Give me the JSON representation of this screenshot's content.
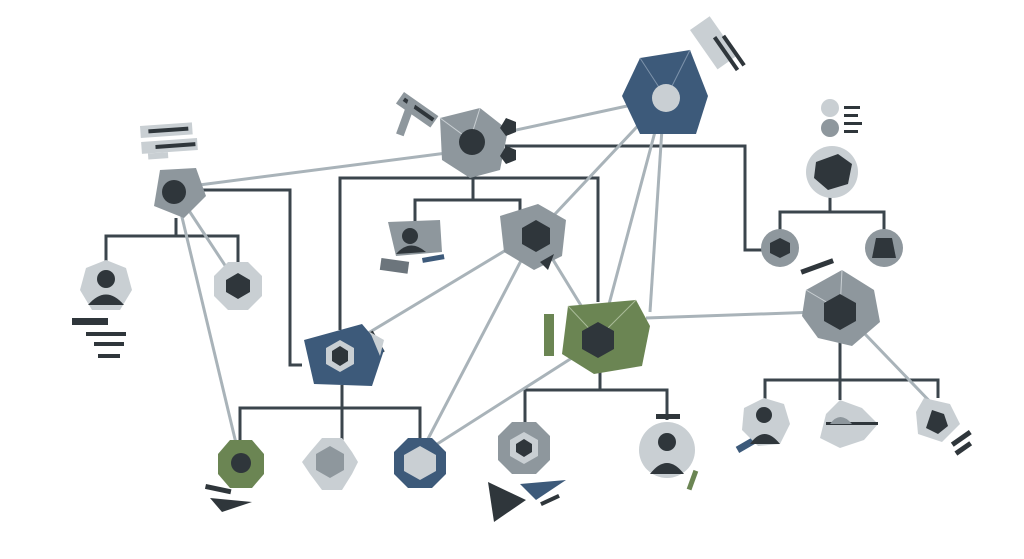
{
  "diagram": {
    "kind": "network-graph",
    "text_labels": [],
    "palette": {
      "background": "#ffffff",
      "edge_tree": "#3b454c",
      "edge_link": "#a9b3b9",
      "node_gray": "#8e979d",
      "node_navy": "#3d5a7a",
      "node_green": "#6b8553",
      "node_light": "#c9cfd3",
      "core_dark": "#2f363b"
    },
    "node_types": [
      "hub-hexagon",
      "user-avatar-circle",
      "octagon-node",
      "crystal-node"
    ],
    "icon_names": [
      "user-icon",
      "hexagon-icon",
      "text-lines-icon",
      "triangle-icon"
    ]
  }
}
